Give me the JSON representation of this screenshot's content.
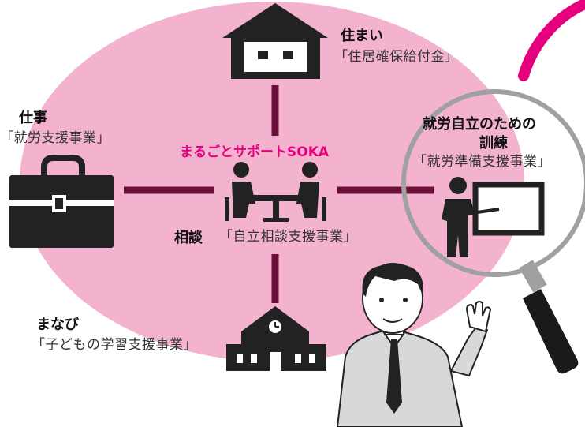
{
  "center": {
    "title": "まるごとサポートSOKA",
    "consult_label": "相談",
    "consult_program": "「自立相談支援事業」"
  },
  "nodes": {
    "housing": {
      "label": "住まい",
      "program": "「住居確保給付金」",
      "icon": "house-icon"
    },
    "work": {
      "label": "仕事",
      "program": "「就労支援事業」",
      "icon": "briefcase-icon"
    },
    "training": {
      "label_line1": "就労自立のための",
      "label_line2": "訓練",
      "program": "「就労準備支援事業」",
      "icon": "teacher-at-board-icon"
    },
    "learning": {
      "label": "まなび",
      "program": "「子どもの学習支援事業」",
      "icon": "school-building-icon"
    }
  },
  "colors": {
    "ellipse": "#f3b3cf",
    "connector": "#6b0f3a",
    "accent": "#e6007e",
    "icon": "#222222"
  }
}
